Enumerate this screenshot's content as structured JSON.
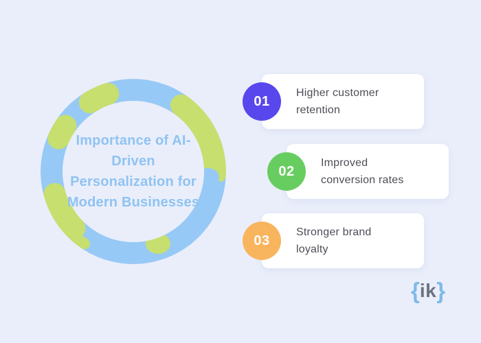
{
  "background_color": "#eaeefb",
  "globe": {
    "title": "Importance of AI-Driven Personalization for Modern Businesses",
    "title_lines": [
      "Importance of AI-",
      "Driven",
      "Personalization for",
      "Modern Businesses"
    ],
    "colors": {
      "ocean": "#97c9f6",
      "land": "#c6df6e",
      "title_text": "#8fc3f1"
    }
  },
  "items": [
    {
      "number": "01",
      "label": "Higher customer retention",
      "lines": [
        "Higher customer",
        "retention"
      ],
      "badge_color": "#5847ec"
    },
    {
      "number": "02",
      "label": "Improved conversion rates",
      "lines": [
        "Improved",
        "conversion rates"
      ],
      "badge_color": "#68cd60"
    },
    {
      "number": "03",
      "label": "Stronger brand loyalty",
      "lines": [
        "Stronger brand",
        "loyalty"
      ],
      "badge_color": "#f9b45e"
    }
  ],
  "logo": {
    "open_brace": "{",
    "text": "ik",
    "close_brace": "}",
    "brace_color": "#7fbae8",
    "text_color": "#6b7280"
  }
}
